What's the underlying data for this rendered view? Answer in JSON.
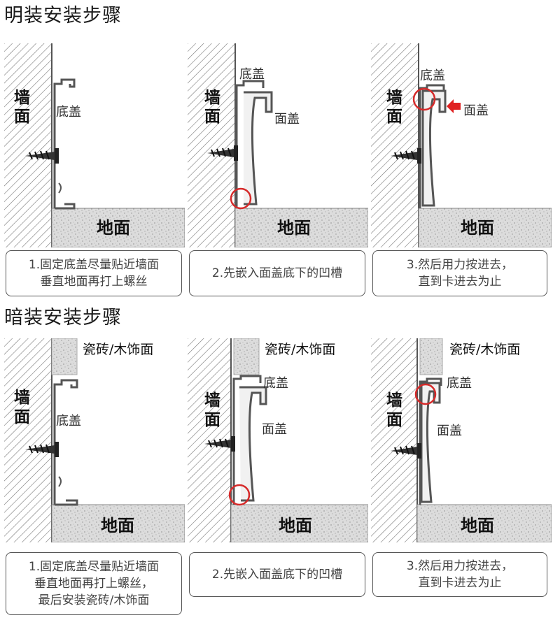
{
  "sections": [
    {
      "title": "明装安装步骤",
      "panels": [
        {
          "wall": [
            "墙",
            "面"
          ],
          "floor": "地面",
          "base_cap": "底盖",
          "face_cap": "",
          "caption": [
            "1.固定底盖尽量贴近墙面",
            "垂直地面再打上螺丝"
          ]
        },
        {
          "wall": [
            "墙",
            "面"
          ],
          "floor": "地面",
          "base_cap": "底盖",
          "face_cap": "面盖",
          "caption": [
            "2.先嵌入面盖底下的凹槽"
          ]
        },
        {
          "wall": [
            "墙",
            "面"
          ],
          "floor": "地面",
          "base_cap": "底盖",
          "face_cap": "面盖",
          "caption": [
            "3.然后用力按进去，",
            "直到卡进去为止"
          ]
        }
      ]
    },
    {
      "title": "暗装安装步骤",
      "panels": [
        {
          "wall": [
            "墙",
            "面"
          ],
          "floor": "地面",
          "base_cap": "底盖",
          "face_cap": "",
          "tile": "瓷砖/木饰面",
          "caption": [
            "1.固定底盖尽量贴近墙面",
            "垂直地面再打上螺丝，",
            "最后安装瓷砖/木饰面"
          ]
        },
        {
          "wall": [
            "墙",
            "面"
          ],
          "floor": "地面",
          "base_cap": "底盖",
          "face_cap": "面盖",
          "tile": "瓷砖/木饰面",
          "caption": [
            "2.先嵌入面盖底下的凹槽"
          ]
        },
        {
          "wall": [
            "墙",
            "面"
          ],
          "floor": "地面",
          "base_cap": "底盖",
          "face_cap": "面盖",
          "tile": "瓷砖/木饰面",
          "caption": [
            "3.然后用力按进去，",
            "直到卡进去为止"
          ]
        }
      ]
    }
  ],
  "colors": {
    "circle": "#d62a2a",
    "arrow": "#e02020",
    "floor": "#d9d9d9",
    "hatch": "#777777",
    "profile": "#555555"
  }
}
